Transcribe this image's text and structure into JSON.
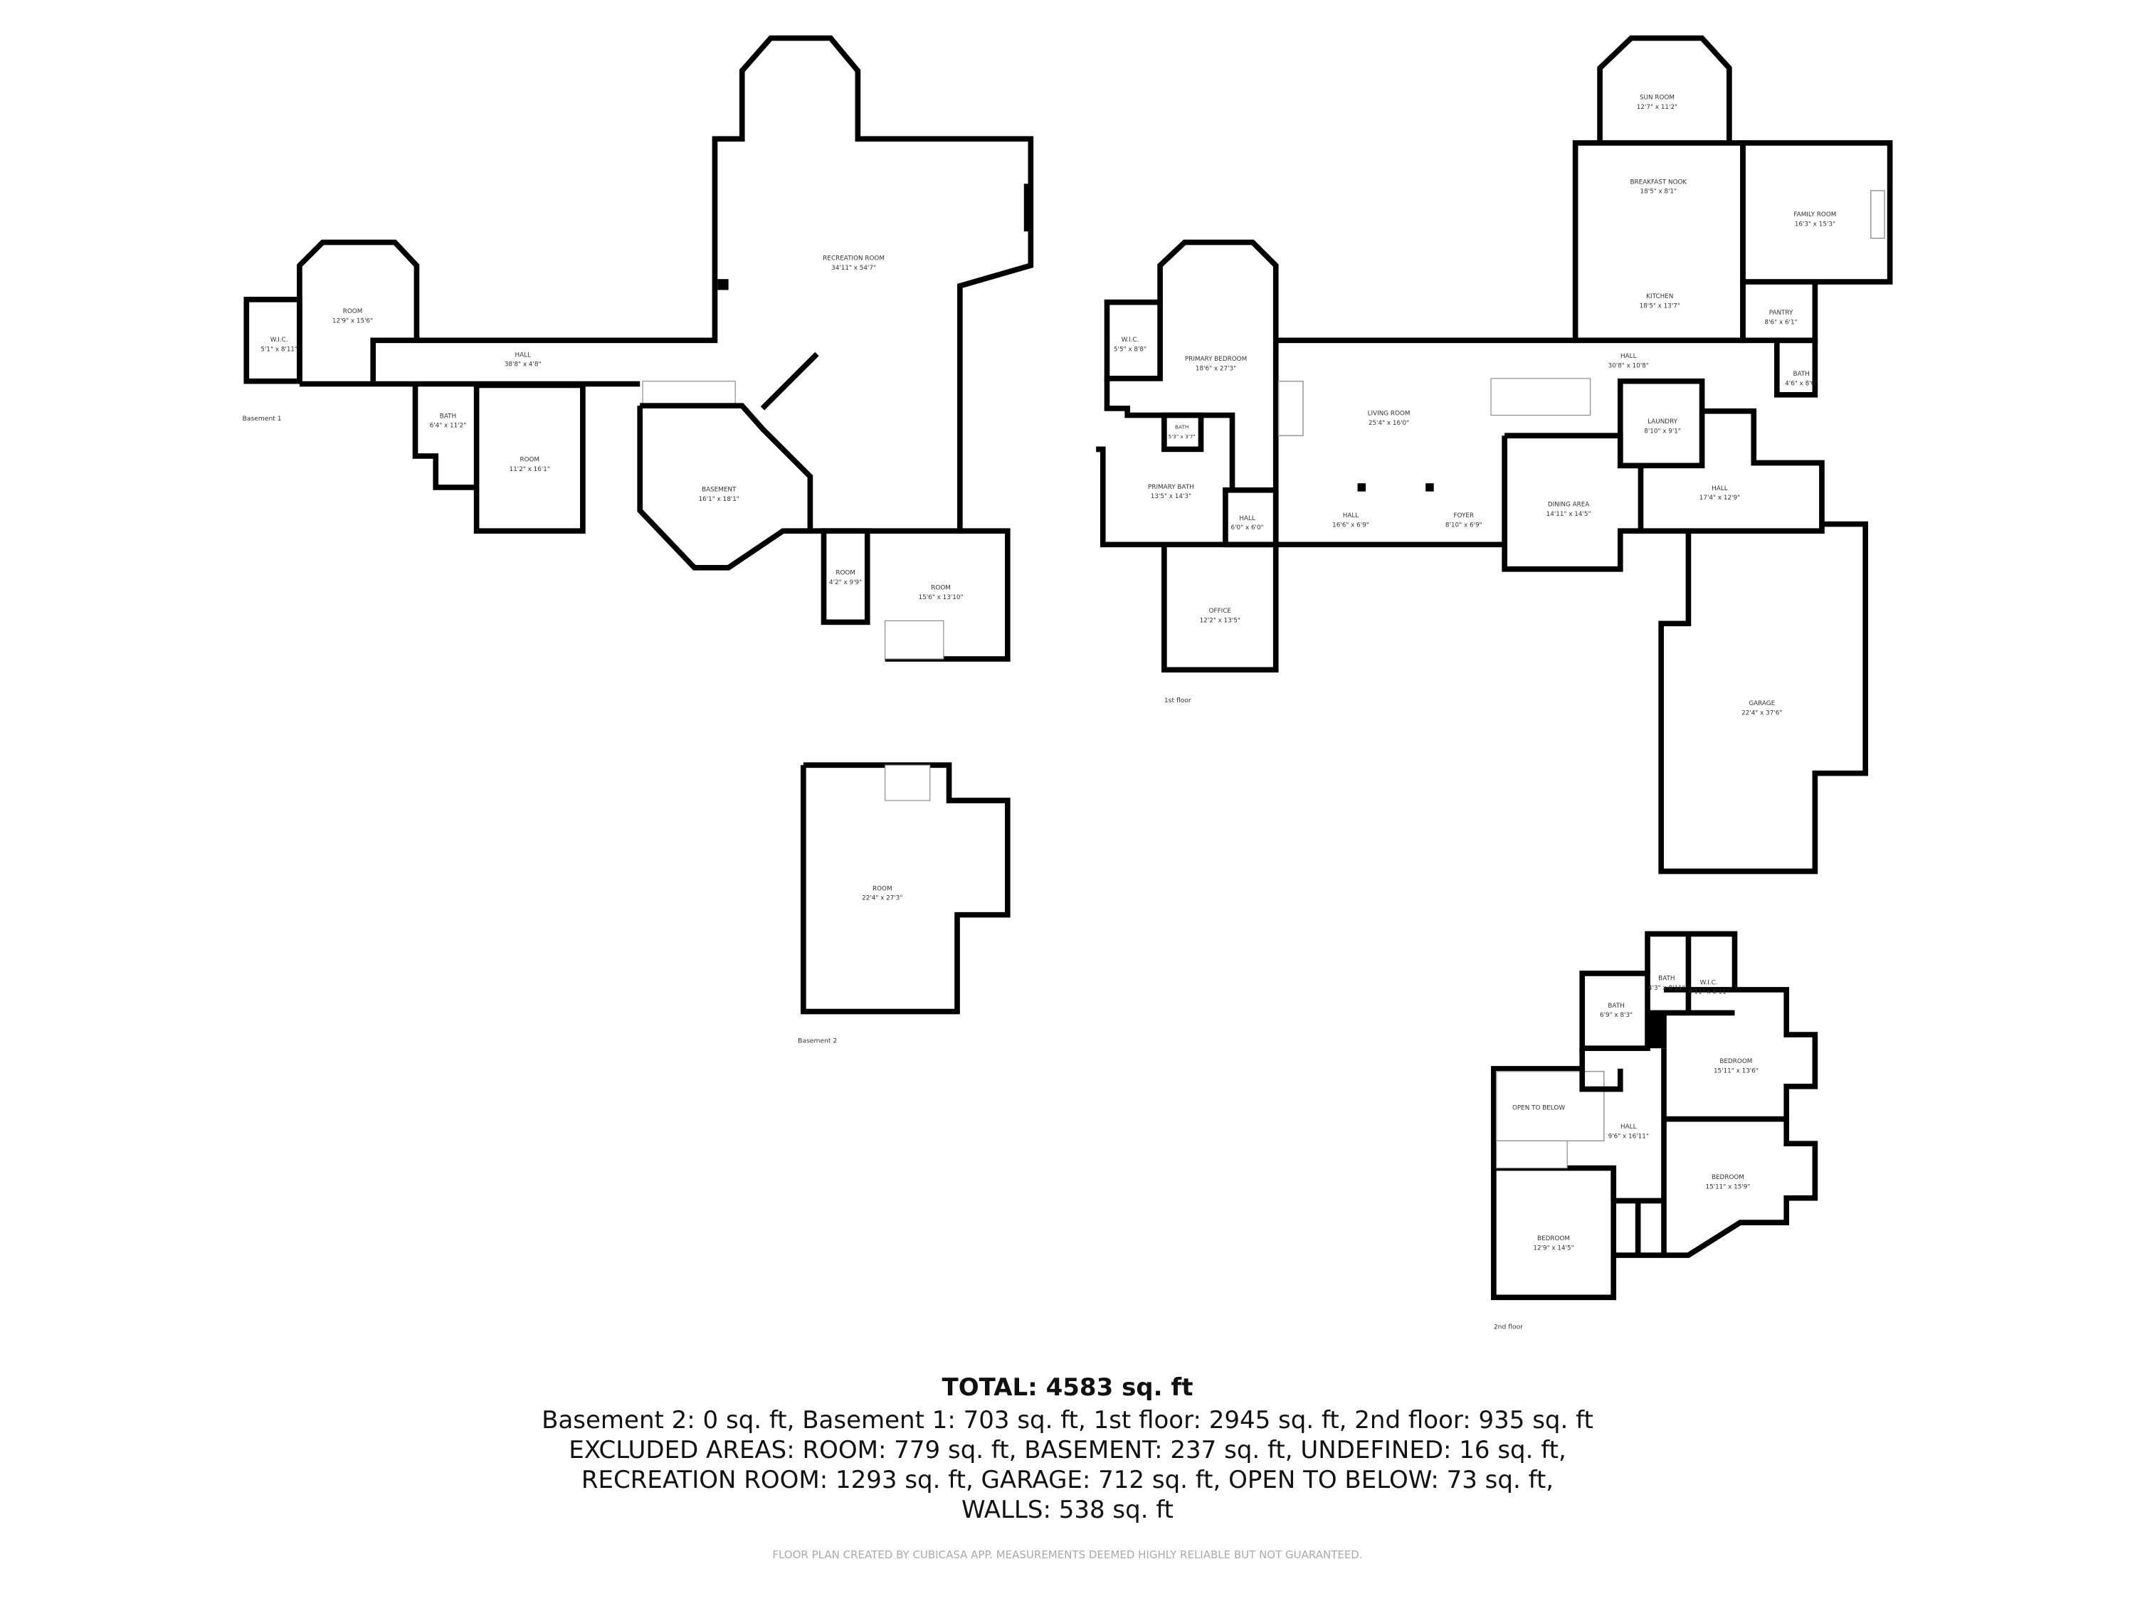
{
  "floors": {
    "basement1": {
      "label": "Basement 1",
      "rooms": [
        {
          "name": "W.I.C.",
          "dims": "5'1\" x 8'11\""
        },
        {
          "name": "ROOM",
          "dims": "12'9\" x 15'6\""
        },
        {
          "name": "HALL",
          "dims": "38'8\" x 4'8\""
        },
        {
          "name": "RECREATION ROOM",
          "dims": "34'11\" x 54'7\""
        },
        {
          "name": "BATH",
          "dims": "6'4\" x 11'2\""
        },
        {
          "name": "ROOM",
          "dims": "11'2\" x 16'1\""
        },
        {
          "name": "BASEMENT",
          "dims": "16'1\" x 18'1\""
        },
        {
          "name": "ROOM",
          "dims": "4'2\" x 9'9\""
        },
        {
          "name": "ROOM",
          "dims": "15'6\" x 13'10\""
        }
      ]
    },
    "first": {
      "label": "1st floor",
      "rooms": [
        {
          "name": "W.I.C.",
          "dims": "5'5\" x 8'8\""
        },
        {
          "name": "PRIMARY BEDROOM",
          "dims": "18'6\" x 27'3\""
        },
        {
          "name": "BATH",
          "dims": "5'3\" x 3'7\""
        },
        {
          "name": "PRIMARY BATH",
          "dims": "13'5\" x 14'3\""
        },
        {
          "name": "HALL",
          "dims": "6'0\" x 6'0\""
        },
        {
          "name": "OFFICE",
          "dims": "12'2\" x 13'5\""
        },
        {
          "name": "LIVING ROOM",
          "dims": "25'4\" x 16'0\""
        },
        {
          "name": "HALL",
          "dims": "16'6\" x 6'9\""
        },
        {
          "name": "FOYER",
          "dims": "8'10\" x 6'9\""
        },
        {
          "name": "DINING AREA",
          "dims": "14'11\" x 14'5\""
        },
        {
          "name": "SUN ROOM",
          "dims": "12'7\" x 11'2\""
        },
        {
          "name": "BREAKFAST NOOK",
          "dims": "18'5\" x 8'1\""
        },
        {
          "name": "KITCHEN",
          "dims": "18'5\" x 13'7\""
        },
        {
          "name": "FAMILY ROOM",
          "dims": "16'3\" x 15'3\""
        },
        {
          "name": "PANTRY",
          "dims": "8'6\" x 6'1\""
        },
        {
          "name": "HALL",
          "dims": "30'8\" x 10'8\""
        },
        {
          "name": "BATH",
          "dims": "4'6\" x 8'0\""
        },
        {
          "name": "LAUNDRY",
          "dims": "8'10\" x 9'1\""
        },
        {
          "name": "HALL",
          "dims": "17'4\" x 12'9\""
        },
        {
          "name": "GARAGE",
          "dims": "22'4\" x 37'6\""
        }
      ]
    },
    "basement2": {
      "label": "Basement 2",
      "rooms": [
        {
          "name": "ROOM",
          "dims": "22'4\" x 27'3\""
        }
      ]
    },
    "second": {
      "label": "2nd floor",
      "rooms": [
        {
          "name": "BATH",
          "dims": "4'3\" x 8'11\""
        },
        {
          "name": "W.I.C.",
          "dims": "4'11\" x 8'11\""
        },
        {
          "name": "BATH",
          "dims": "6'9\" x 8'3\""
        },
        {
          "name": "BEDROOM",
          "dims": "15'11\" x 13'6\""
        },
        {
          "name": "OPEN TO BELOW",
          "dims": ""
        },
        {
          "name": "HALL",
          "dims": "9'6\" x 16'11\""
        },
        {
          "name": "BEDROOM",
          "dims": "15'11\" x 15'9\""
        },
        {
          "name": "BEDROOM",
          "dims": "12'9\" x 14'5\""
        }
      ]
    }
  },
  "summary": {
    "total": "TOTAL: 4583 sq. ft",
    "line1": "Basement 2: 0 sq. ft, Basement 1: 703 sq. ft, 1st floor: 2945 sq. ft, 2nd floor: 935 sq. ft",
    "line2": "EXCLUDED AREAS: ROOM: 779 sq. ft, BASEMENT: 237 sq. ft, UNDEFINED: 16 sq. ft,",
    "line3": "RECREATION ROOM: 1293 sq. ft, GARAGE: 712 sq. ft, OPEN TO BELOW: 73 sq. ft,",
    "line4": "WALLS: 538 sq. ft",
    "credit": "FLOOR PLAN CREATED BY CUBICASA APP. MEASUREMENTS DEEMED HIGHLY RELIABLE BUT NOT GUARANTEED."
  }
}
